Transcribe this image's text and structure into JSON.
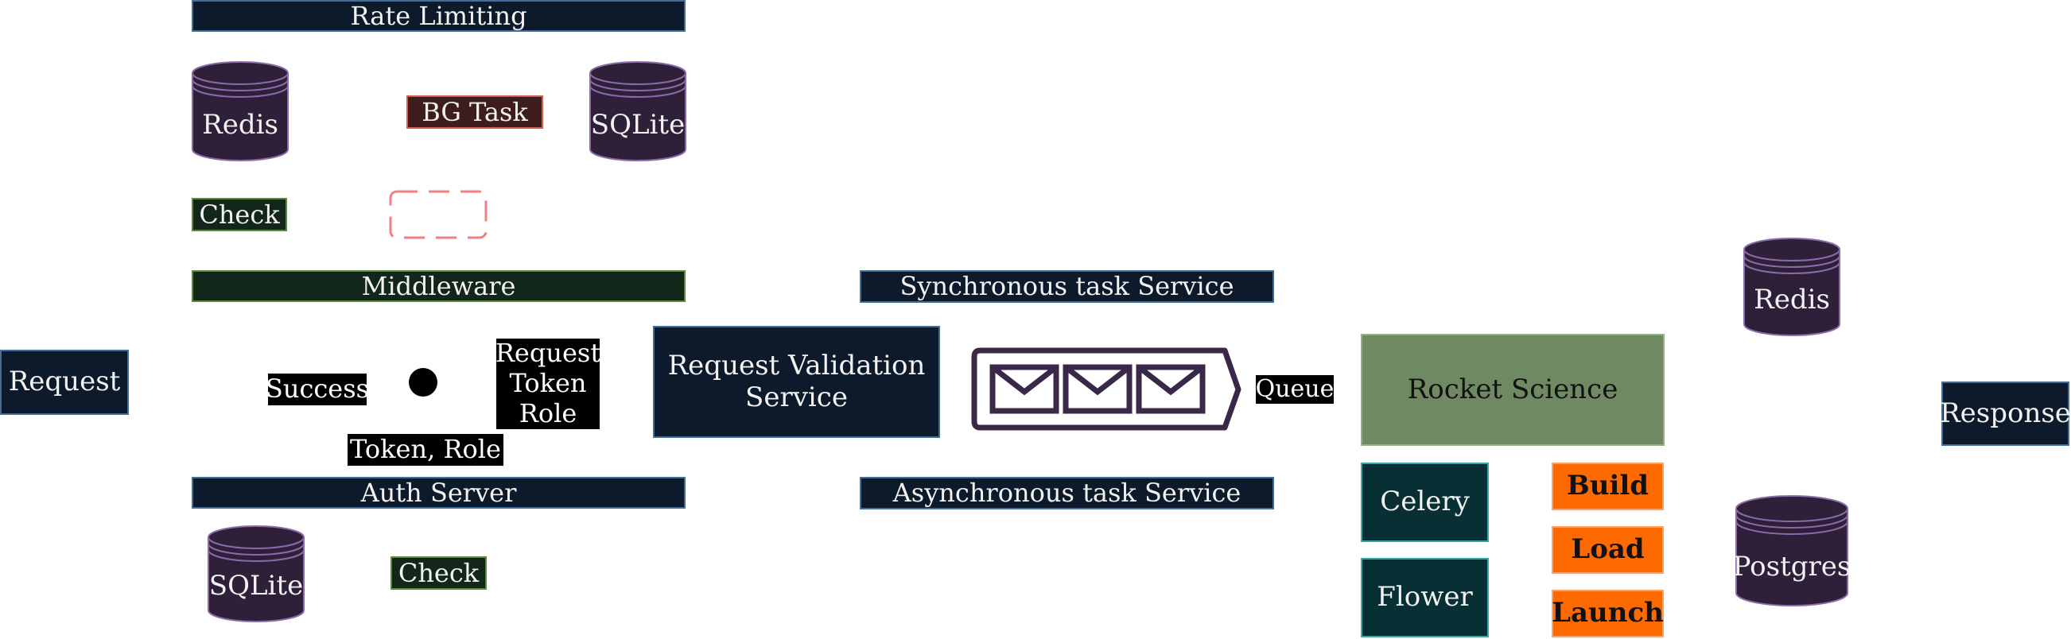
{
  "rate_limiting": {
    "title": "Rate Limiting",
    "redis_label": "Redis",
    "bg_task_label": "BG Task",
    "sqlite_label": "SQLite",
    "check_label": "Check"
  },
  "middleware": {
    "title": "Middleware",
    "success_label": "Success",
    "request_token_role": [
      "Request",
      "Token",
      "Role"
    ],
    "token_role_label": "Token, Role"
  },
  "request_label": "Request",
  "auth_server": {
    "title": "Auth Server",
    "sqlite_label": "SQLite",
    "check_label": "Check"
  },
  "request_validation": {
    "line1": "Request Validation",
    "line2": "Service"
  },
  "sync_service": "Synchronous task Service",
  "async_service": "Asynchronous task Service",
  "queue_label": "Queue",
  "rocket_science": "Rocket Science",
  "celery": "Celery",
  "flower": "Flower",
  "tasks": {
    "build": "Build",
    "load": "Load",
    "launch": "Launch"
  },
  "redis_right": "Redis",
  "postgres": "Postgres",
  "response_label": "Response",
  "colors": {
    "navy": "#0c1a2b",
    "dark_green": "#13261a",
    "plum_db": "#2e2038",
    "teal": "#083034",
    "orange": "#ff6a00",
    "olive": "#6f8a62",
    "dashed_red": "#f08080"
  },
  "icons": [
    "database-icon",
    "envelope-icon",
    "queue-arrow-icon"
  ]
}
